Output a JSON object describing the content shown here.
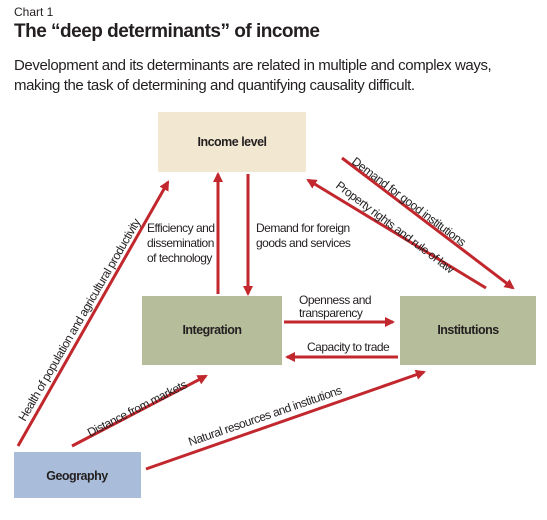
{
  "header": {
    "chart_number": "Chart 1",
    "title": "The “deep determinants” of income",
    "subtitle": "Development and its determinants are related in multiple and complex ways, making the task of determining and quantifying causality difficult."
  },
  "colors": {
    "income_box": "#f2e8d2",
    "integration_box": "#b6bd9a",
    "institutions_box": "#b6bd9a",
    "geography_box": "#a9bcd9",
    "arrow": "#c1272d"
  },
  "boxes": {
    "income": "Income level",
    "integration": "Integration",
    "institutions": "Institutions",
    "geography": "Geography"
  },
  "labels": {
    "efficiency_line1": "Efficiency and",
    "efficiency_line2": "dissemination",
    "efficiency_line3": "of technology",
    "demand_foreign_line1": "Demand for foreign",
    "demand_foreign_line2": "goods and services",
    "demand_institutions": "Demand for good institutions",
    "property_rights": "Property rights and rule of law",
    "openness_line1": "Openness and",
    "openness_line2": "transparency",
    "capacity_trade": "Capacity to trade",
    "health": "Health of population and agricultural productivity",
    "distance_markets": "Distance from markets",
    "natural_resources": "Natural resources and institutions"
  }
}
